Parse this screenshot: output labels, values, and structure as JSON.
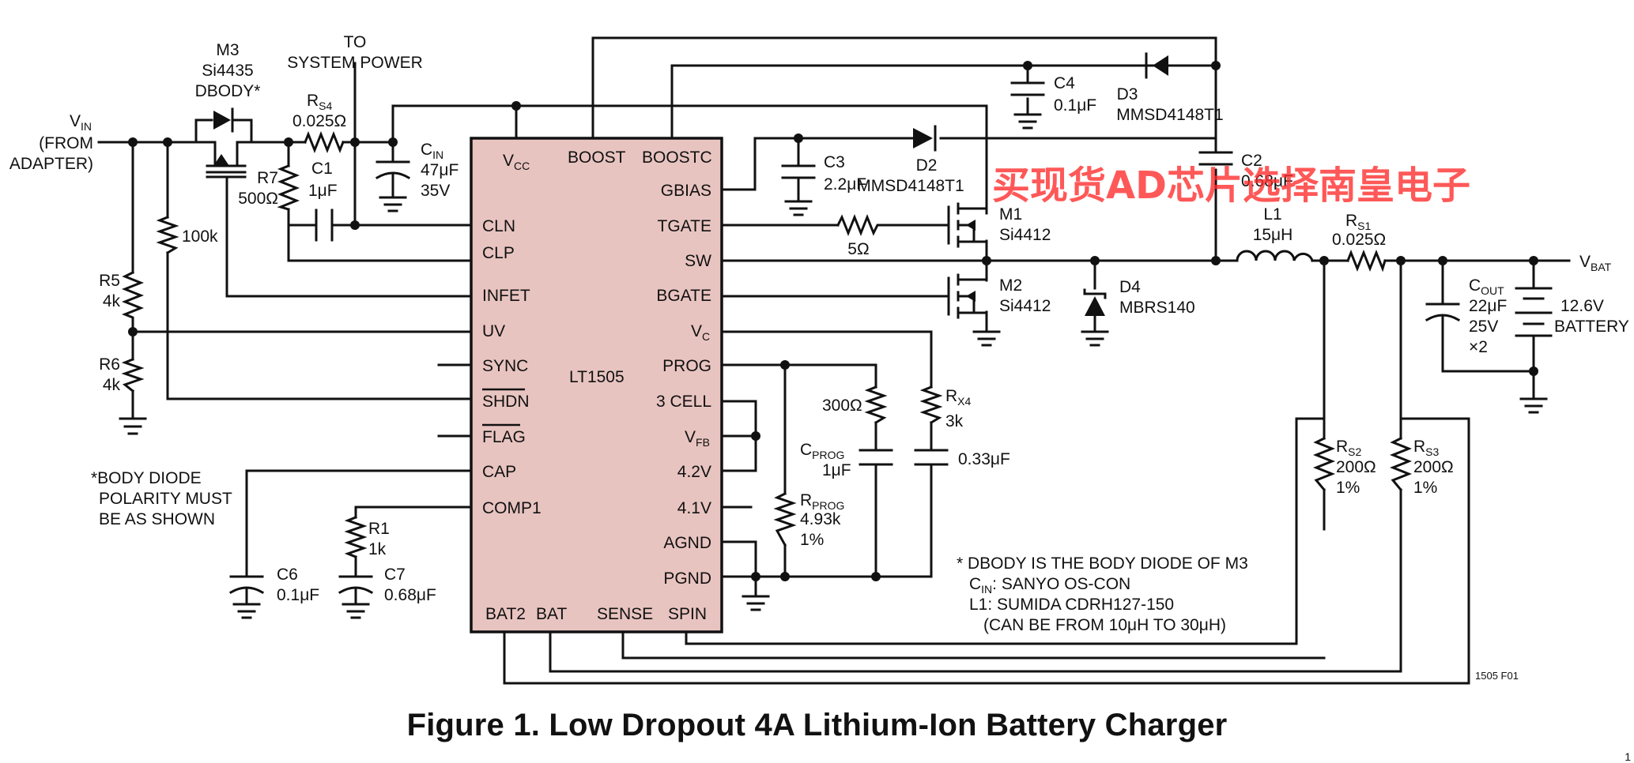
{
  "title": "Figure 1. Low Dropout 4A Lithium-Ion Battery Charger",
  "watermark": "买现货AD芯片选择南皇电子",
  "figure_id": "1505 F01",
  "page_fragment": "1",
  "colors": {
    "ic_fill": "#e8c4c0",
    "wire": "#111111",
    "watermark": "#ff2a2a"
  },
  "ic": {
    "name": "LT1505",
    "top_pins": {
      "vcc": "V",
      "vcc_sub": "CC",
      "boost": "BOOST",
      "boostc": "BOOSTC"
    },
    "left_pins": [
      "CLN",
      "CLP",
      "INFET",
      "UV",
      "SYNC",
      "SHDN",
      "FLAG",
      "CAP",
      "COMP1"
    ],
    "right_pins": [
      "GBIAS",
      "TGATE",
      "SW",
      "BGATE",
      "V",
      "PROG",
      "3 CELL",
      "V",
      "4.2V",
      "4.1V",
      "AGND",
      "PGND"
    ],
    "right_subs": {
      "vc": "C",
      "vfb": "FB"
    },
    "bottom_pins": [
      "BAT2",
      "BAT",
      "SENSE",
      "SPIN"
    ]
  },
  "labels": {
    "vin": "V",
    "vin_sub": "IN",
    "vin_from": "(FROM",
    "vin_adapter": "ADAPTER)",
    "m3_name": "M3",
    "m3_part": "Si4435",
    "m3_dbody": "DBODY*",
    "to": "TO",
    "system_power": "SYSTEM POWER",
    "rs4_name": "R",
    "rs4_sub": "S4",
    "rs4_val": "0.025Ω",
    "cin_name": "C",
    "cin_sub": "IN",
    "cin_cap": "47μF",
    "cin_volt": "35V",
    "r7_name": "R7",
    "r7_val": "500Ω",
    "c1_name": "C1",
    "c1_val": "1μF",
    "r100k": "100k",
    "r5_name": "R5",
    "r5_val": "4k",
    "r6_name": "R6",
    "r6_val": "4k",
    "c4_name": "C4",
    "c4_val": "0.1μF",
    "d3_name": "D3",
    "d3_part": "MMSD4148T1",
    "c3_name": "C3",
    "c3_val": "2.2μF",
    "d2_name": "D2",
    "d2_part": "MMSD4148T1",
    "c2_name": "C2",
    "c2_val": "0.68μF",
    "m1_name": "M1",
    "m1_part": "Si4412",
    "r5ohm": "5Ω",
    "m2_name": "M2",
    "m2_part": "Si4412",
    "d4_name": "D4",
    "d4_part": "MBRS140",
    "l1_name": "L1",
    "l1_val": "15μH",
    "rs1_name": "R",
    "rs1_sub": "S1",
    "rs1_val": "0.025Ω",
    "vbat": "V",
    "vbat_sub": "BAT",
    "cout_name": "C",
    "cout_sub": "OUT",
    "cout_cap": "22μF",
    "cout_volt": "25V",
    "cout_mult": "×2",
    "batt_volt": "12.6V",
    "batt_name": "BATTERY",
    "r300": "300Ω",
    "rx4_name": "R",
    "rx4_sub": "X4",
    "rx4_val": "3k",
    "cprog_name": "C",
    "cprog_sub": "PROG",
    "cprog_val": "1μF",
    "c033": "0.33μF",
    "rprog_name": "R",
    "rprog_sub": "PROG",
    "rprog_val": "4.93k",
    "rprog_tol": "1%",
    "rs2_name": "R",
    "rs2_sub": "S2",
    "rs2_val": "200Ω",
    "rs2_tol": "1%",
    "rs3_name": "R",
    "rs3_sub": "S3",
    "rs3_val": "200Ω",
    "rs3_tol": "1%",
    "r1_name": "R1",
    "r1_val": "1k",
    "c6_name": "C6",
    "c6_val": "0.1μF",
    "c7_name": "C7",
    "c7_val": "0.68μF"
  },
  "notes": {
    "body1": "*BODY DIODE",
    "body2": "POLARITY MUST",
    "body3": "BE AS SHOWN",
    "n1": "* DBODY IS THE BODY DIODE OF M3",
    "n2_name": "C",
    "n2_sub": "IN",
    "n2_text": ": SANYO OS-CON",
    "n3": "L1: SUMIDA CDRH127-150",
    "n4": "(CAN BE FROM 10μH TO 30μH)"
  }
}
